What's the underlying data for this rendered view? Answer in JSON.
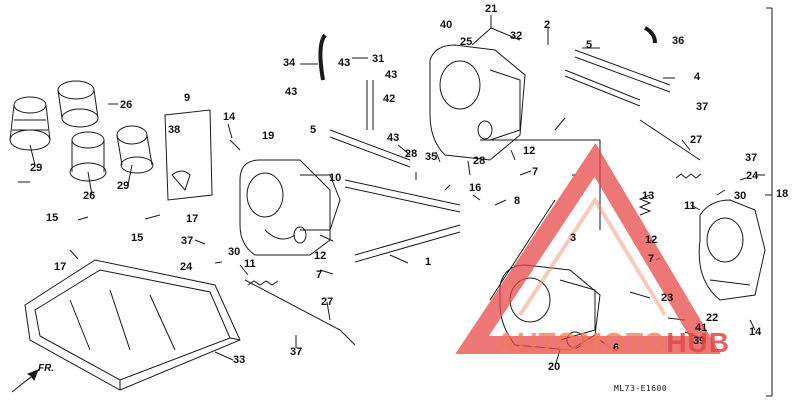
{
  "diagram_code": "ML73-E1600",
  "direction_label": "FR.",
  "watermark": {
    "part1": "AUTOMOTO",
    "part2": "HUB",
    "color_main": "#e84a4a",
    "color_light": "#f28a6a"
  },
  "labels": [
    {
      "id": "l21a",
      "text": "21"
    },
    {
      "id": "l2",
      "text": "2"
    },
    {
      "id": "l40",
      "text": "40"
    },
    {
      "id": "l25",
      "text": "25"
    },
    {
      "id": "l32",
      "text": "32"
    },
    {
      "id": "l5a",
      "text": "5"
    },
    {
      "id": "l36",
      "text": "36"
    },
    {
      "id": "l18",
      "text": "18"
    },
    {
      "id": "l34",
      "text": "34"
    },
    {
      "id": "l43a",
      "text": "43"
    },
    {
      "id": "l31",
      "text": "31"
    },
    {
      "id": "l43b",
      "text": "43"
    },
    {
      "id": "l43c",
      "text": "43"
    },
    {
      "id": "l42",
      "text": "42"
    },
    {
      "id": "l4",
      "text": "4"
    },
    {
      "id": "l37a",
      "text": "37"
    },
    {
      "id": "l26a",
      "text": "26"
    },
    {
      "id": "l9",
      "text": "9"
    },
    {
      "id": "l14a",
      "text": "14"
    },
    {
      "id": "l38",
      "text": "38"
    },
    {
      "id": "l5b",
      "text": "5"
    },
    {
      "id": "l43d",
      "text": "43"
    },
    {
      "id": "l19",
      "text": "19"
    },
    {
      "id": "l29a",
      "text": "29"
    },
    {
      "id": "l26b",
      "text": "26"
    },
    {
      "id": "l29b",
      "text": "29"
    },
    {
      "id": "l28a",
      "text": "28"
    },
    {
      "id": "l35",
      "text": "35"
    },
    {
      "id": "l28b",
      "text": "28"
    },
    {
      "id": "l12a",
      "text": "12"
    },
    {
      "id": "l27a",
      "text": "27"
    },
    {
      "id": "l37b",
      "text": "37"
    },
    {
      "id": "l24a",
      "text": "24"
    },
    {
      "id": "l7a",
      "text": "7"
    },
    {
      "id": "l10",
      "text": "10"
    },
    {
      "id": "l16",
      "text": "16"
    },
    {
      "id": "l8",
      "text": "8"
    },
    {
      "id": "l30a",
      "text": "30"
    },
    {
      "id": "l11a",
      "text": "11"
    },
    {
      "id": "l15a",
      "text": "15"
    },
    {
      "id": "l17a",
      "text": "17"
    },
    {
      "id": "l15b",
      "text": "15"
    },
    {
      "id": "l37c",
      "text": "37"
    },
    {
      "id": "l13",
      "text": "13"
    },
    {
      "id": "l3",
      "text": "3"
    },
    {
      "id": "l30b",
      "text": "30"
    },
    {
      "id": "l24b",
      "text": "24"
    },
    {
      "id": "l12b",
      "text": "12"
    },
    {
      "id": "l12c",
      "text": "12"
    },
    {
      "id": "l17b",
      "text": "17"
    },
    {
      "id": "l1",
      "text": "1"
    },
    {
      "id": "l7b",
      "text": "7"
    },
    {
      "id": "l7c",
      "text": "7"
    },
    {
      "id": "l11b",
      "text": "11"
    },
    {
      "id": "l27b",
      "text": "27"
    },
    {
      "id": "l23",
      "text": "23"
    },
    {
      "id": "l22",
      "text": "22"
    },
    {
      "id": "l41",
      "text": "41"
    },
    {
      "id": "l14b",
      "text": "14"
    },
    {
      "id": "l39",
      "text": "39"
    },
    {
      "id": "l6",
      "text": "6"
    },
    {
      "id": "l33",
      "text": "33"
    },
    {
      "id": "l37d",
      "text": "37"
    },
    {
      "id": "l20",
      "text": "20"
    }
  ]
}
